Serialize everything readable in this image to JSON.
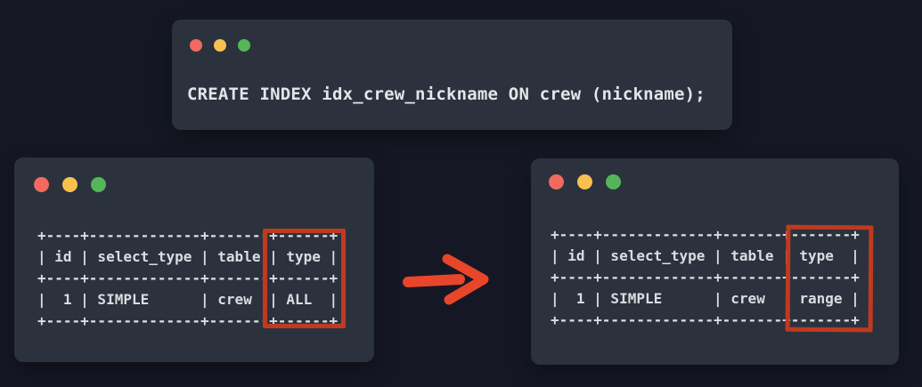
{
  "colors": {
    "page_background": "#151824",
    "window_background": "#2b323d",
    "terminal_text": "#dde1e5",
    "traffic_red": "#f2695e",
    "traffic_yellow": "#f6c14f",
    "traffic_green": "#54b559",
    "highlight_border": "#c03a20",
    "arrow": "#e9452a"
  },
  "code_window": {
    "code": "CREATE INDEX idx_crew_nickname ON crew (nickname);"
  },
  "before_window": {
    "ascii": "+----+-------------+-------+------+\n| id | select_type | table | type |\n+----+-------------+-------+------+\n|  1 | SIMPLE      | crew  | ALL  |\n+----+-------------+-------+------+",
    "table": {
      "headers": [
        "id",
        "select_type",
        "table",
        "type"
      ],
      "rows": [
        [
          "1",
          "SIMPLE",
          "crew",
          "ALL"
        ]
      ]
    },
    "highlighted_column": "type",
    "highlighted_value": "ALL"
  },
  "after_window": {
    "ascii": "+----+-------------+-------+-------+\n| id | select_type | table | type  |\n+----+-------------+-------+-------+\n|  1 | SIMPLE      | crew  | range |\n+----+-------------+-------+-------+",
    "table": {
      "headers": [
        "id",
        "select_type",
        "table",
        "type"
      ],
      "rows": [
        [
          "1",
          "SIMPLE",
          "crew",
          "range"
        ]
      ]
    },
    "highlighted_column": "type",
    "highlighted_value": "range"
  },
  "arrow": {
    "icon": "right-arrow"
  }
}
